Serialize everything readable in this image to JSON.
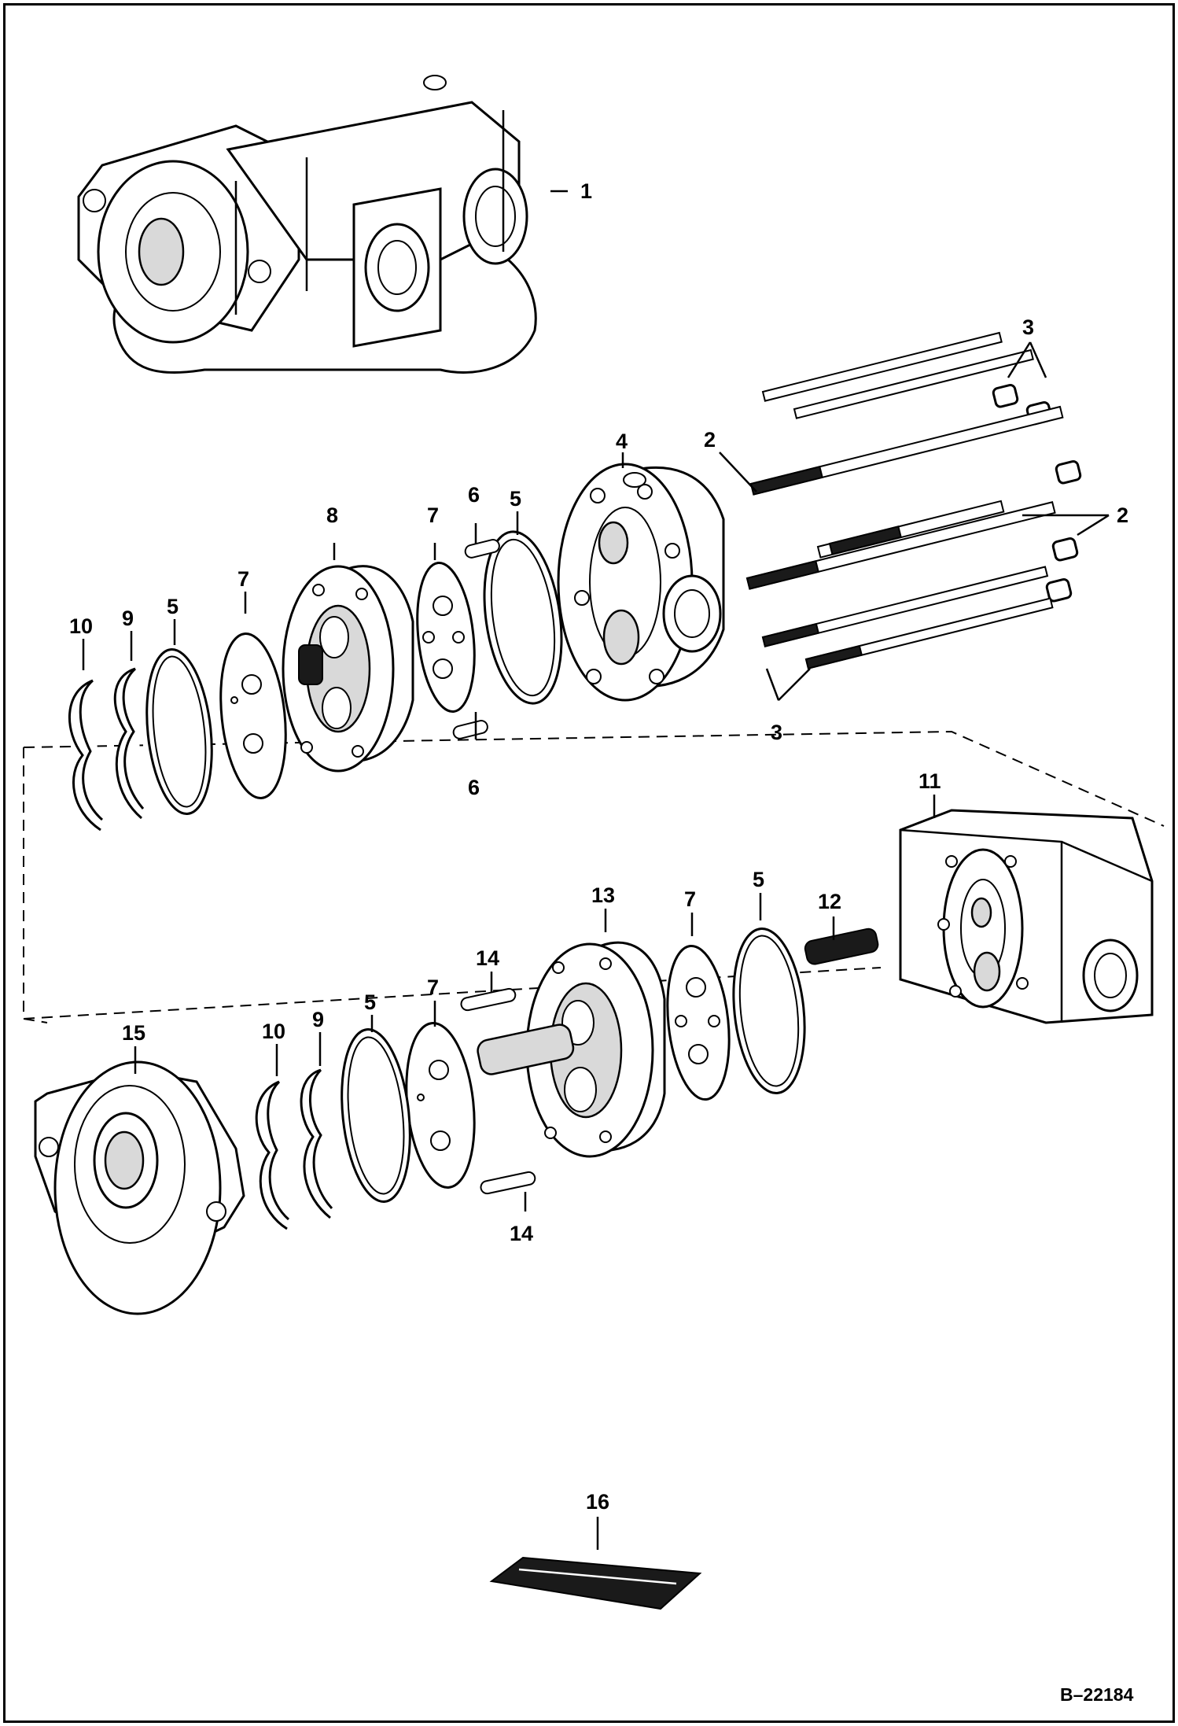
{
  "diagram": {
    "reference_code": "B–22184",
    "callouts": {
      "pump_assembly": "1",
      "stud_upper": "2",
      "stud_right": "2",
      "capscrew_upper": "3",
      "capscrew_lower": "3",
      "front_body": "4",
      "oring_front_body": "5",
      "oring_gear_housing": "5",
      "oring_rear_lower": "5",
      "oring_rear_body": "5",
      "dowel_upper": "6",
      "dowel_lower": "6",
      "plate_upper_right": "7",
      "plate_upper_left": "7",
      "plate_lower_left": "7",
      "plate_lower_right": "7",
      "gear_housing_front": "8",
      "backup_seal_upper": "9",
      "backup_seal_lower": "9",
      "seal_upper": "10",
      "seal_lower": "10",
      "center_body": "11",
      "coupling_shaft": "12",
      "gear_housing_rear": "13",
      "dowel_rear_upper": "14",
      "dowel_rear_lower": "14",
      "end_cover": "15",
      "seal_kit": "16"
    }
  }
}
